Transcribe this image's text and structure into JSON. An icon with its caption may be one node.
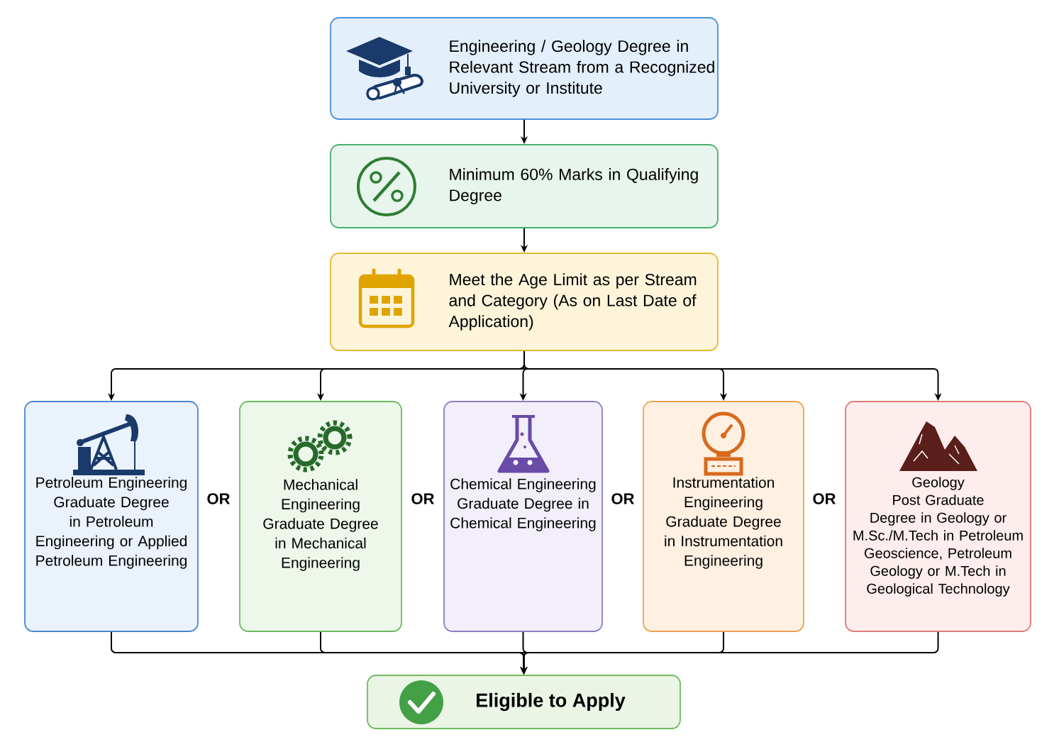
{
  "diagram": {
    "nodes": [
      {
        "text": [
          "Engineering / Geology Degree in Relevant Stream from a Recognized University or Institute"
        ]
      },
      {
        "text": [
          "Minimum 60% Marks in Qualifying Degree"
        ]
      },
      {
        "text": [
          "Meet the Age Limit as per Stream and Category (As on Last Date of Application)"
        ]
      },
      {
        "text": [
          "Petroleum Engineering",
          "Graduate Degree in Petroleum Engineering or Applied Petroleum Engineering"
        ]
      },
      {
        "text": [
          "Mechanical Engineering",
          "Graduate Degree in Mechanical Engineering"
        ]
      },
      {
        "text": [
          "Chemical Engineering",
          "Graduate Degree in Chemical Engineering"
        ]
      },
      {
        "text": [
          "Instrumentation Engineering",
          "Graduate Degree in Instrumentation Engineering"
        ]
      },
      {
        "text": [
          "Geology",
          "Post Graduate Degree in Geology or M.Sc./M.Tech in Petroleum Geoscience, Petroleum Geology or M.Tech in Geological Technology"
        ]
      },
      {
        "text": [
          "Eligible to Apply"
        ]
      }
    ],
    "edges": [
      {
        "from": 0,
        "to": 1,
        "arrow": "to"
      },
      {
        "from": 1,
        "to": 2,
        "arrow": "to"
      },
      {
        "from": 2,
        "to": 3,
        "arrow": "to"
      },
      {
        "from": 2,
        "to": 4,
        "arrow": "to"
      },
      {
        "from": 2,
        "to": 5,
        "arrow": "to"
      },
      {
        "from": 2,
        "to": 6,
        "arrow": "to"
      },
      {
        "from": 2,
        "to": 7,
        "arrow": "to"
      },
      {
        "from": 3,
        "to": 8,
        "arrow": "to"
      },
      {
        "from": 4,
        "to": 8,
        "arrow": "to"
      },
      {
        "from": 5,
        "to": 8,
        "arrow": "to"
      },
      {
        "from": 6,
        "to": 8,
        "arrow": "to"
      },
      {
        "from": 7,
        "to": 8,
        "arrow": "to"
      }
    ],
    "labels": [
      "OR",
      "OR",
      "OR",
      "OR"
    ]
  }
}
